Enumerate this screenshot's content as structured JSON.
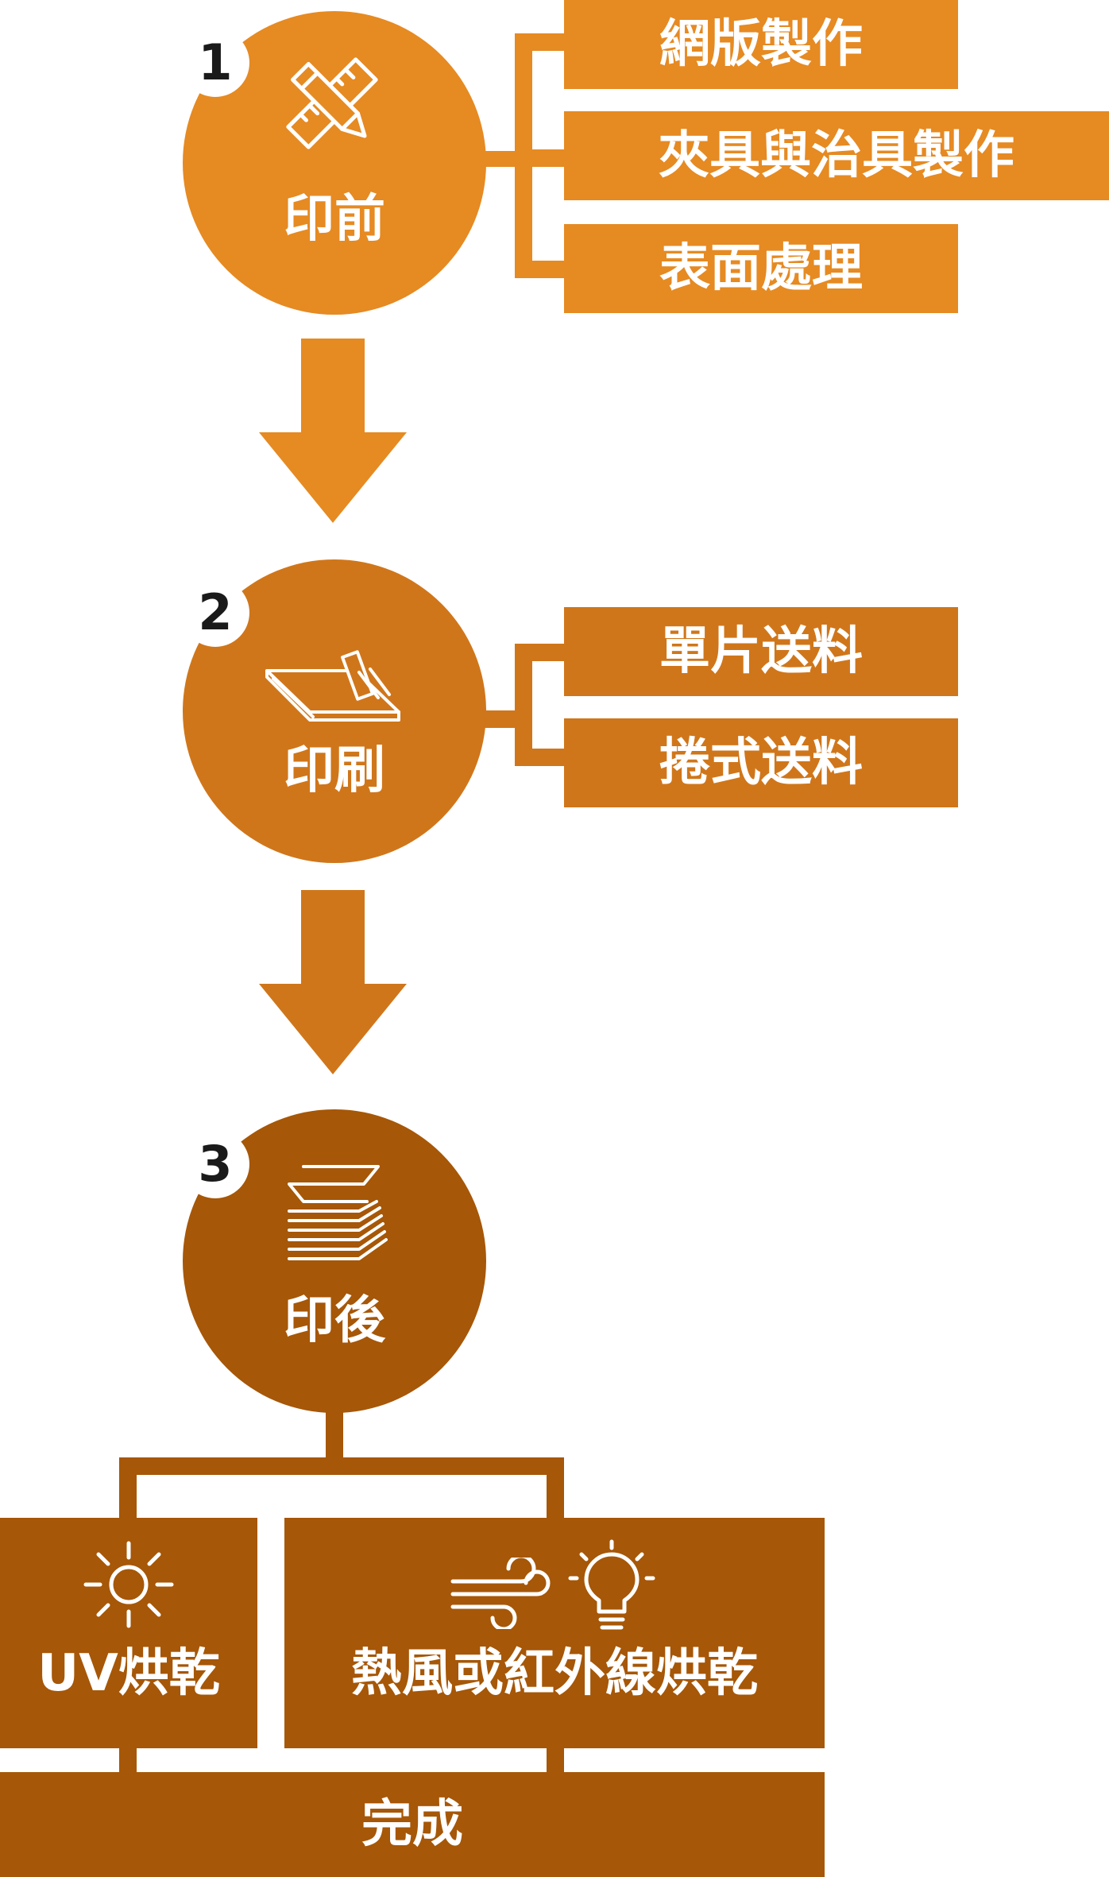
{
  "colors": {
    "stage1": "#E68A22",
    "stage2": "#D0761A",
    "stage3": "#A65707",
    "text_on_fill": "#FFFFFF",
    "number_badge_bg": "#FFFFFF",
    "number_badge_text": "#1A1A1A"
  },
  "stages": [
    {
      "number": "1",
      "label": "印前",
      "icon": "pencil-ruler-icon",
      "items": [
        "網版製作",
        "夾具與治具製作",
        "表面處理"
      ]
    },
    {
      "number": "2",
      "label": "印刷",
      "icon": "squeegee-screen-icon",
      "items": [
        "單片送料",
        "捲式送料"
      ]
    },
    {
      "number": "3",
      "label": "印後",
      "icon": "stacked-sheets-icon",
      "drying": [
        {
          "label": "UV烘乾",
          "icons": [
            "sun-icon"
          ]
        },
        {
          "label": "熱風或紅外線烘乾",
          "icons": [
            "wind-icon",
            "lightbulb-icon"
          ]
        }
      ]
    }
  ],
  "final": {
    "label": "完成"
  }
}
